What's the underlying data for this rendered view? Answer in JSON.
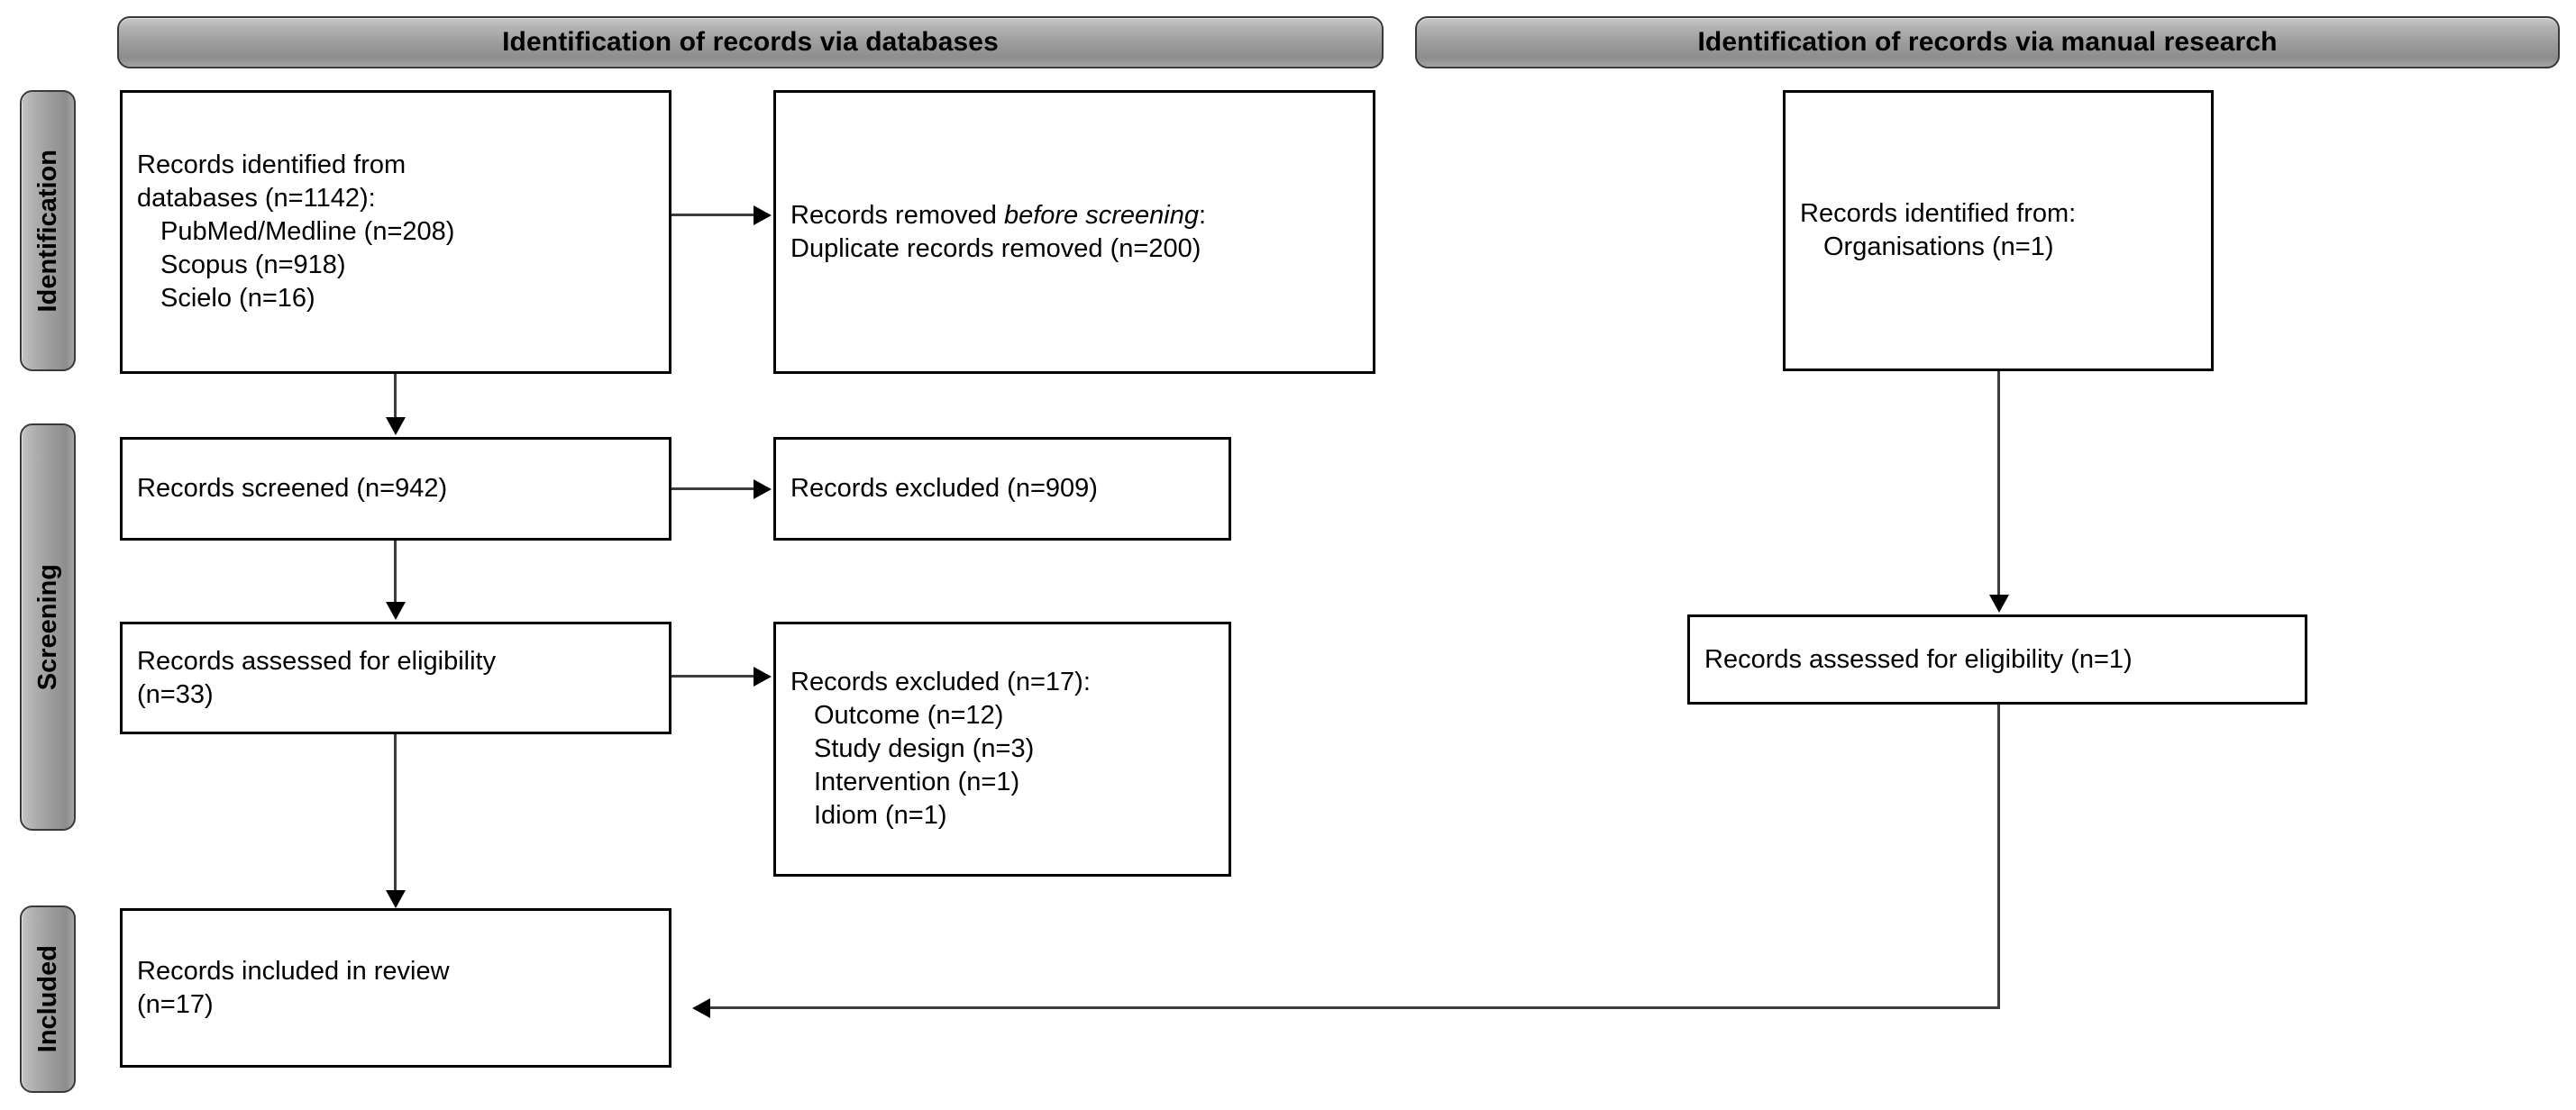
{
  "diagram": {
    "type": "prisma-flow-diagram",
    "headers": [
      {
        "id": "databases",
        "label": "Identification of records via databases"
      },
      {
        "id": "manual",
        "label": "Identification of records via manual research"
      }
    ],
    "stage_labels": [
      {
        "id": "identification",
        "label": "Identification"
      },
      {
        "id": "screening",
        "label": "Screening"
      },
      {
        "id": "included",
        "label": "Included"
      }
    ],
    "boxes": {
      "identified_databases": {
        "lines": [
          "Records identified from",
          "databases (n=1142):",
          "PubMed/Medline (n=208)",
          "Scopus (n=918)",
          "Scielo (n=16)"
        ]
      },
      "removed_before_screening": {
        "line1_prefix": "Records removed ",
        "line1_italic": "before screening",
        "line1_suffix": ":",
        "line2": "Duplicate records removed (n=200)"
      },
      "records_screened": {
        "line1": "Records screened (n=942)"
      },
      "records_excluded_screening": {
        "line1": "Records excluded (n=909)"
      },
      "assessed_eligibility": {
        "line1": "Records assessed for eligibility",
        "line2": "(n=33)"
      },
      "excluded_with_reasons": {
        "lines": [
          "Records excluded (n=17):",
          "Outcome (n=12)",
          "Study design (n=3)",
          "Intervention (n=1)",
          "Idiom (n=1)"
        ]
      },
      "records_included": {
        "line1": "Records included in review",
        "line2": "(n=17)"
      },
      "identified_manual": {
        "line1": "Records identified from:",
        "line2": "Organisations (n=1)"
      },
      "assessed_eligibility_manual": {
        "line1": "Records assessed for eligibility (n=1)"
      }
    },
    "counts": {
      "records_identified_databases_total": 1142,
      "pubmed_medline": 208,
      "scopus": 918,
      "scielo": 16,
      "duplicates_removed": 200,
      "records_screened": 942,
      "records_excluded_screening": 909,
      "records_assessed_eligibility": 33,
      "records_excluded_eligibility_total": 17,
      "excluded_outcome": 12,
      "excluded_study_design": 3,
      "excluded_intervention": 1,
      "excluded_idiom": 1,
      "records_included_in_review": 17,
      "manual_organisations": 1,
      "manual_assessed_eligibility": 1
    },
    "colors": {
      "banner_gray": "#9a9a9a",
      "border_black": "#000000",
      "connector_gray": "#3d3d3d",
      "box_fill": "#ffffff"
    }
  }
}
